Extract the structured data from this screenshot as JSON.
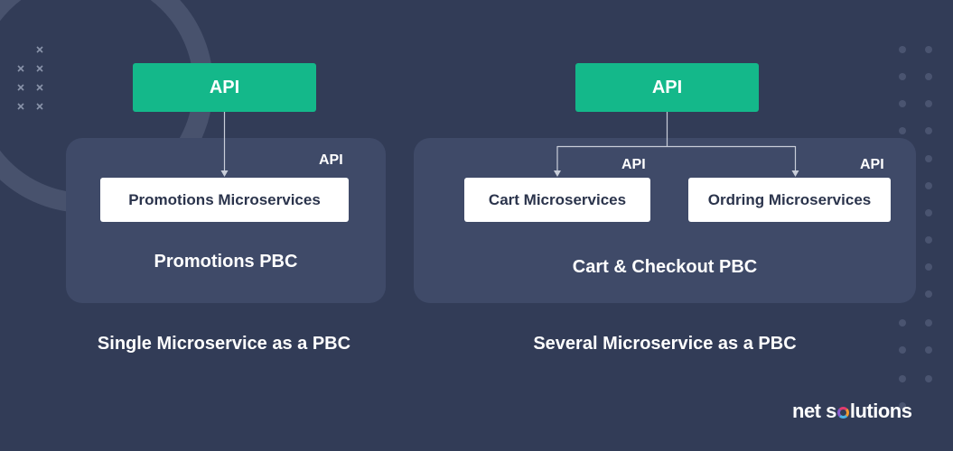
{
  "left": {
    "api_label": "API",
    "inner_api_label": "API",
    "service": "Promotions Microservices",
    "pbc_label": "Promotions PBC",
    "caption": "Single Microservice as a PBC"
  },
  "right": {
    "api_label": "API",
    "cart_api_label": "API",
    "ordering_api_label": "API",
    "cart_service": "Cart Microservices",
    "ordering_service": "Ordring Microservices",
    "pbc_label": "Cart & Checkout PBC",
    "caption": "Several Microservice as a PBC"
  },
  "logo": {
    "part1": "net s",
    "part2": "lutions"
  },
  "colors": {
    "background": "#323c57",
    "panel": "#3f4a68",
    "api_green": "#14b88a",
    "connector": "#c9ced9"
  }
}
